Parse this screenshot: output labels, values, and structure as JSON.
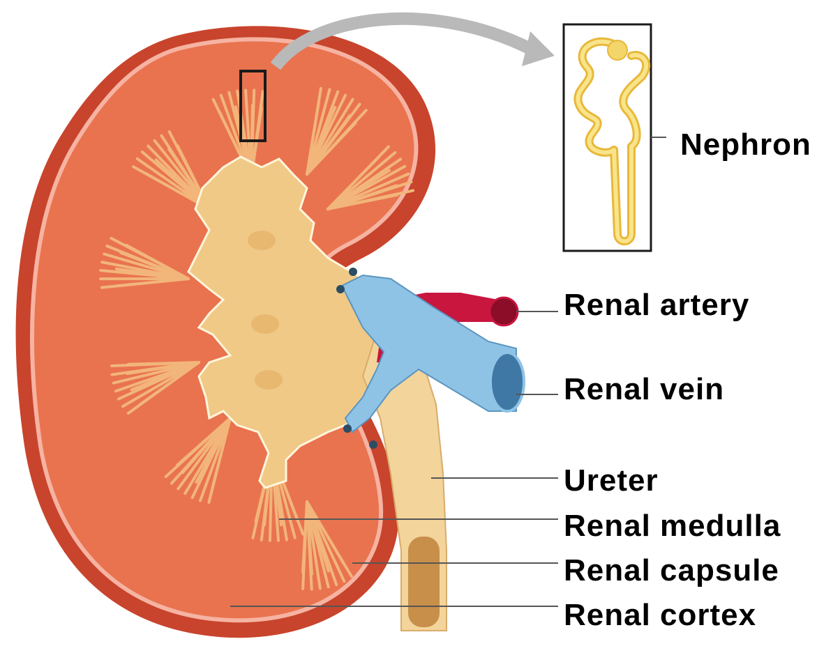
{
  "labels": {
    "nephron": "Nephron",
    "renal_artery": "Renal artery",
    "renal_vein": "Renal vein",
    "ureter": "Ureter",
    "renal_medulla": "Renal medulla",
    "renal_capsule": "Renal capsule",
    "renal_cortex": "Renal cortex"
  },
  "colors": {
    "capsule": "#c8442c",
    "cortex": "#e9734f",
    "medulla_rays": "#f2b57a",
    "pelvis": "#f0c987",
    "artery": "#c8163f",
    "vein": "#8ec3e6",
    "ureter": "#f3d49b",
    "nephron": "#f3d56a"
  }
}
